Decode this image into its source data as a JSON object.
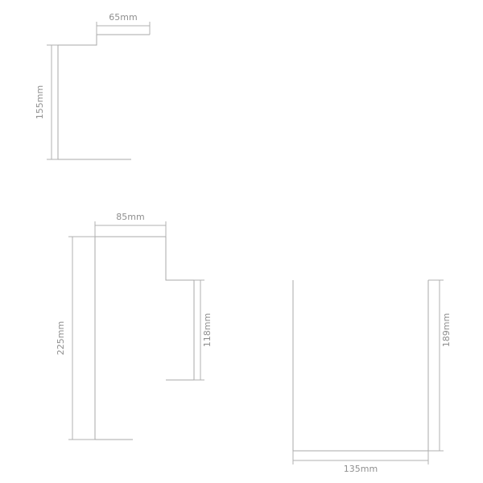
{
  "diagram": {
    "title": "technical dimension drawing - three part profiles",
    "line_color": "#a8a8a8",
    "text_color": "#8f8f8f",
    "unit": "mm",
    "figures": [
      {
        "id": "profile-a",
        "position": "top-left",
        "dims": {
          "width_top": "65mm",
          "height_left": "155mm"
        }
      },
      {
        "id": "profile-b",
        "position": "middle-left",
        "dims": {
          "width_top": "85mm",
          "height_left": "225mm",
          "height_right": "118mm"
        }
      },
      {
        "id": "profile-c",
        "position": "bottom-right",
        "dims": {
          "height_right": "189mm",
          "width_bottom": "135mm"
        }
      }
    ]
  }
}
